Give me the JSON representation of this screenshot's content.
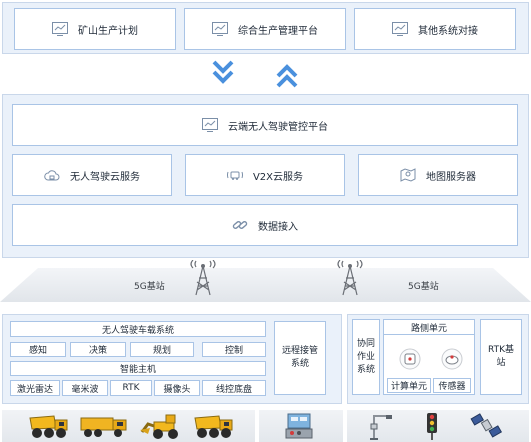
{
  "top_boxes": [
    "矿山生产计划",
    "综合生产管理平台",
    "其他系统对接"
  ],
  "platform": {
    "title": "云端无人驾驶管控平台",
    "services": [
      "无人驾驶云服务",
      "V2X云服务",
      "地图服务器"
    ],
    "access": "数据接入"
  },
  "network": {
    "left": "5G基站",
    "right": "5G基站"
  },
  "vehicle": {
    "system_title": "无人驾驶车载系统",
    "functions": [
      "感知",
      "决策",
      "规划",
      "控制"
    ],
    "host": "智能主机",
    "sensors": [
      "激光雷达",
      "毫米波",
      "RTK",
      "摄像头",
      "线控底盘"
    ],
    "remote": "远程接管系统"
  },
  "roadside": {
    "cooperative": "协同作业系统",
    "edge_title": "路侧单元",
    "edge_items": [
      "计算单元",
      "传感器"
    ],
    "rtk": "RTK基站"
  },
  "icons": {
    "top": [
      "chart-monitor-icon",
      "chart-monitor-icon",
      "chart-monitor-icon"
    ],
    "bottom": [
      "dump-truck-icon",
      "cargo-truck-icon",
      "wheel-loader-icon",
      "dump-truck-icon",
      "remote-console-icon",
      "roadside-pole-icon",
      "traffic-light-icon",
      "satellite-icon"
    ]
  },
  "colors": {
    "accent": "#3e82d6",
    "panel": "#eaf1fa",
    "border": "#a9c4e6"
  }
}
